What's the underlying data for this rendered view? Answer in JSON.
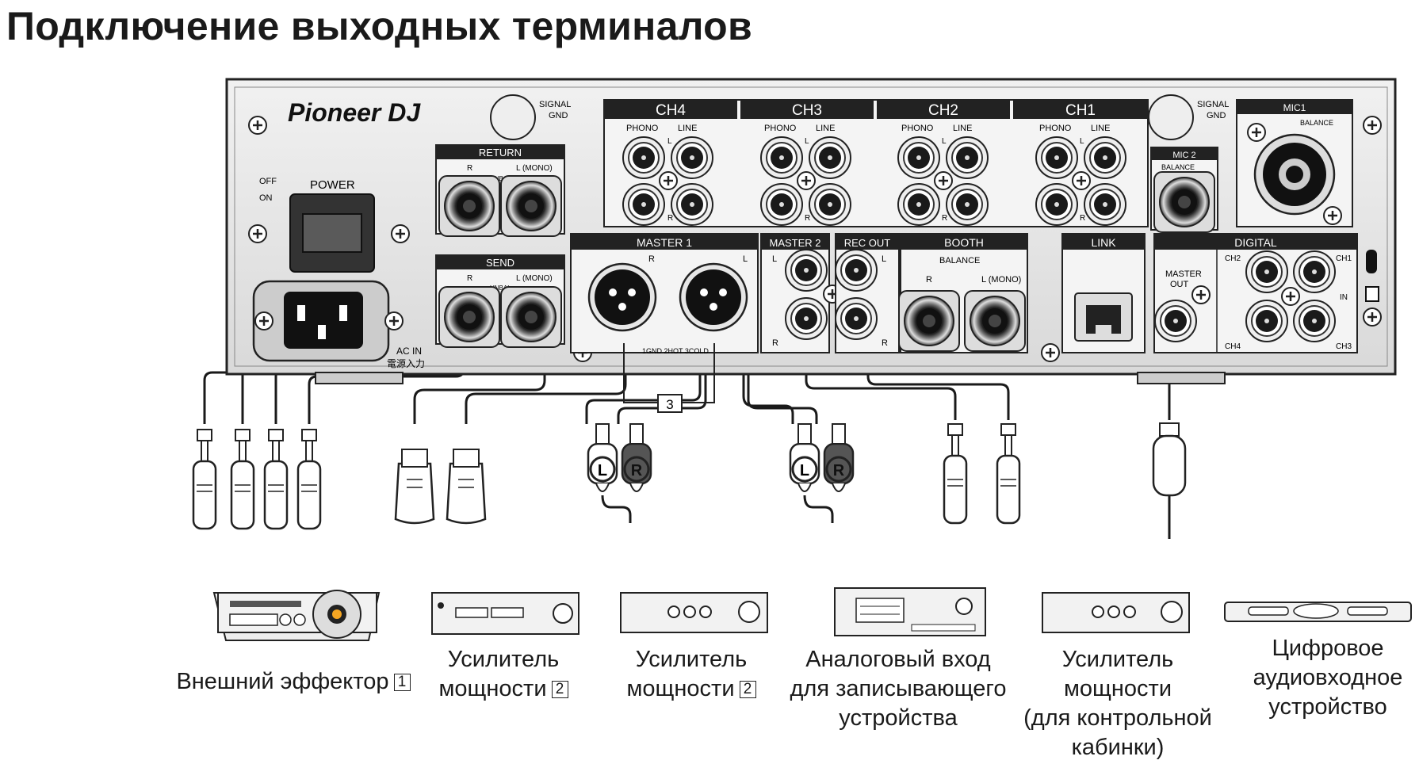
{
  "title": "Подключение выходных терминалов",
  "panel": {
    "brand": "Pioneer DJ",
    "signal_gnd_left": [
      "SIGNAL",
      "GND"
    ],
    "signal_gnd_right": [
      "SIGNAL",
      "GND"
    ],
    "power": {
      "label": "POWER",
      "off": "OFF",
      "on": "ON"
    },
    "ac_in": [
      "AC IN",
      "電源入力"
    ],
    "return": {
      "header": "RETURN",
      "r": "R",
      "l": "L (MONO)",
      "unbal": "UNBAL"
    },
    "send": {
      "header": "SEND",
      "r": "R",
      "l": "L (MONO)",
      "unbal": "UNBAL"
    },
    "channels": [
      {
        "header": "CH4",
        "phono": "PHONO",
        "line": "LINE",
        "l": "L",
        "r": "R"
      },
      {
        "header": "CH3",
        "phono": "PHONO",
        "line": "LINE",
        "l": "L",
        "r": "R"
      },
      {
        "header": "CH2",
        "phono": "PHONO",
        "line": "LINE",
        "l": "L",
        "r": "R"
      },
      {
        "header": "CH1",
        "phono": "PHONO",
        "line": "LINE",
        "l": "L",
        "r": "R"
      }
    ],
    "mic2": {
      "header": "MIC 2",
      "balance": "BALANCE"
    },
    "mic1": {
      "header": "MIC1",
      "balance": "BALANCE"
    },
    "master1": {
      "header": "MASTER 1",
      "r": "R",
      "l": "L",
      "pins": "1GND  2HOT  3COLD"
    },
    "master2": {
      "header": "MASTER 2",
      "l": "L",
      "r": "R"
    },
    "rec_out": {
      "header": "REC OUT",
      "l": "L",
      "r": "R"
    },
    "booth": {
      "header": "BOOTH",
      "balance": "BALANCE",
      "r": "R",
      "l": "L (MONO)"
    },
    "link": {
      "header": "LINK"
    },
    "digital": {
      "header": "DIGITAL",
      "master_out": [
        "MASTER",
        "OUT"
      ],
      "ch2": "CH2",
      "ch1": "CH1",
      "ch4": "CH4",
      "ch3": "CH3",
      "in": "IN"
    },
    "note_marker": "3"
  },
  "devices": [
    {
      "caption": [
        "Внешний эффектор"
      ],
      "note": "1"
    },
    {
      "caption": [
        "Усилитель",
        "мощности"
      ],
      "note": "2"
    },
    {
      "caption": [
        "Усилитель",
        "мощности"
      ],
      "note": "2"
    },
    {
      "caption": [
        "Аналоговый вход",
        "для записывающего",
        "устройства"
      ]
    },
    {
      "caption": [
        "Усилитель",
        "мощности",
        "(для контрольной",
        "кабинки)"
      ]
    },
    {
      "caption": [
        "Цифровое",
        "аудиовходное",
        "устройство"
      ]
    }
  ],
  "plug_labels": {
    "left": "L",
    "right": "R"
  }
}
